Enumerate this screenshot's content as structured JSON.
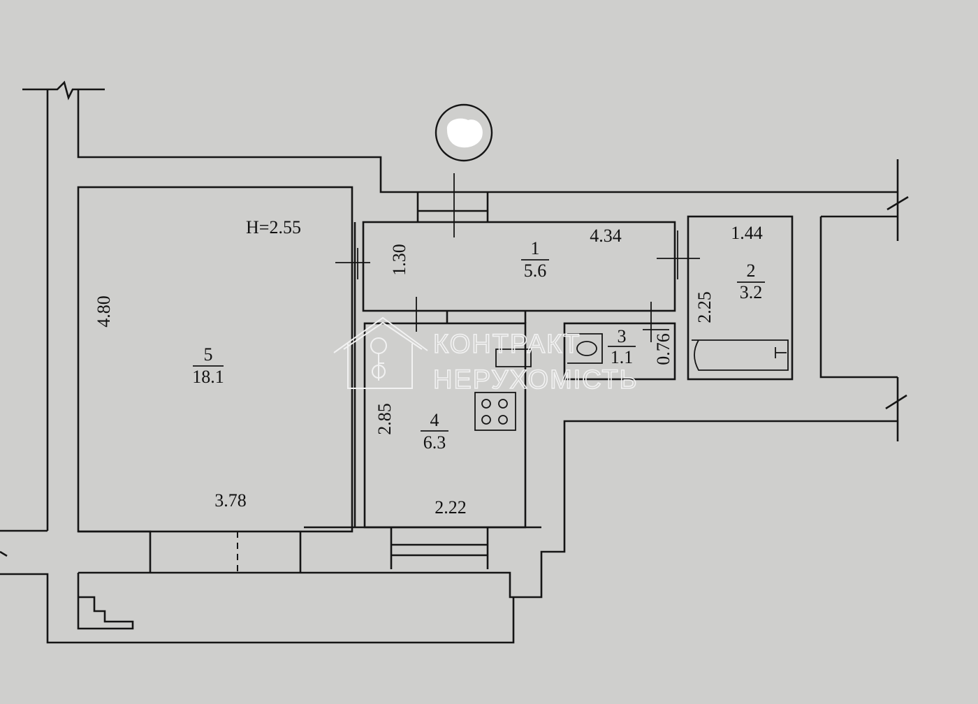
{
  "ceiling_height": "H=2.55",
  "rooms": [
    {
      "number": "1",
      "area": "5.6"
    },
    {
      "number": "2",
      "area": "3.2"
    },
    {
      "number": "3",
      "area": "1.1"
    },
    {
      "number": "4",
      "area": "6.3"
    },
    {
      "number": "5",
      "area": "18.1"
    }
  ],
  "dimensions": {
    "room5_height": "4.80",
    "room5_width": "3.78",
    "room1_height": "1.30",
    "room1_width": "4.34",
    "room2_width": "1.44",
    "room2_height": "2.25",
    "room3_height": "0.76",
    "room4_height": "2.85",
    "room4_width": "2.22"
  },
  "watermark": {
    "line1": "КОНТРАКТ",
    "line2": "НЕРУХОМІСТЬ"
  },
  "colors": {
    "paper": "#cfcfcd",
    "ink": "#151515",
    "watermark": "#f2f2f2"
  }
}
